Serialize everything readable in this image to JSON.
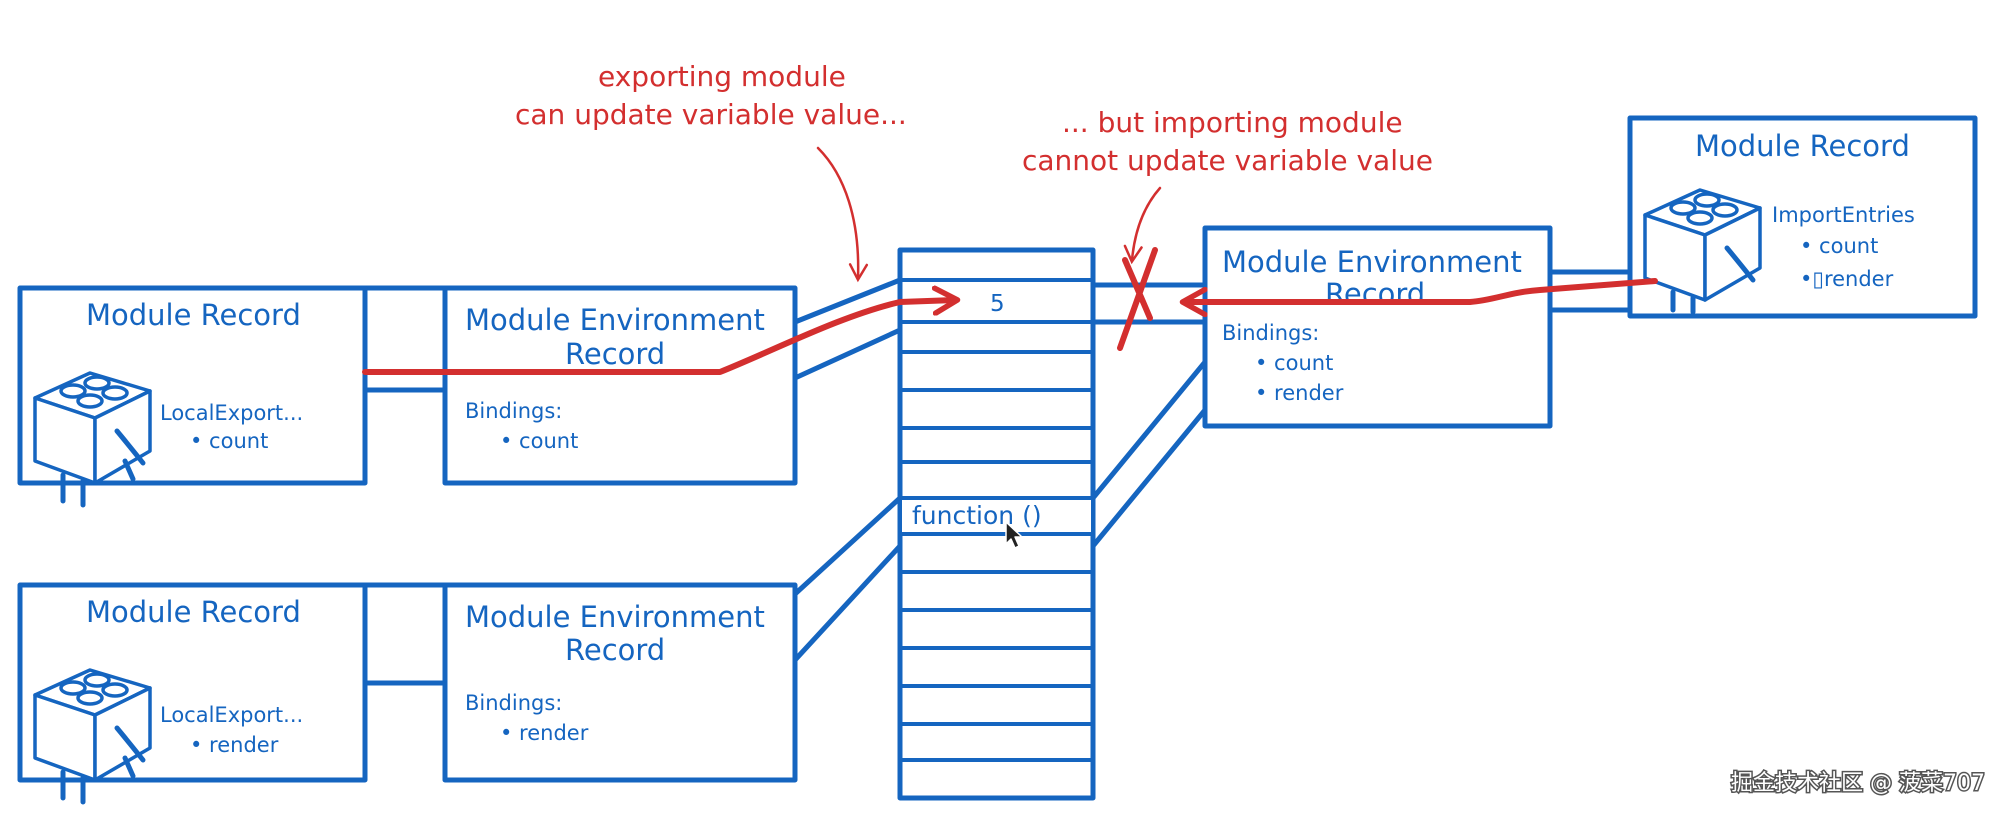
{
  "annotations": {
    "exporting_line1": "exporting module",
    "exporting_line2": "can update variable value...",
    "importing_line1": "... but importing module",
    "importing_line2": "cannot update variable value"
  },
  "left_top": {
    "module_record_title": "Module Record",
    "local_export": "LocalExport...",
    "local_export_item": "• count",
    "env_title_line1": "Module Environment",
    "env_title_line2": "Record",
    "bindings_label": "Bindings:",
    "binding_item": "• count"
  },
  "left_bottom": {
    "module_record_title": "Module Record",
    "local_export": "LocalExport...",
    "local_export_item": "• render",
    "env_title_line1": "Module Environment",
    "env_title_line2": "Record",
    "bindings_label": "Bindings:",
    "binding_item": "• render"
  },
  "memory": {
    "value_cell": "5",
    "function_cell": "function ()"
  },
  "right": {
    "env_title_line1": "Module Environment",
    "env_title_line2": "Record",
    "bindings_label": "Bindings:",
    "binding_item_1": "• count",
    "binding_item_2": "• render",
    "module_record_title": "Module Record",
    "import_entries": "ImportEntries",
    "import_item_1": "• count",
    "import_item_2": "•▯render"
  },
  "watermark": "掘金技术社区 @ 菠菜707",
  "colors": {
    "diagram_blue": "#1565c0",
    "annotation_red": "#d32f2f"
  }
}
